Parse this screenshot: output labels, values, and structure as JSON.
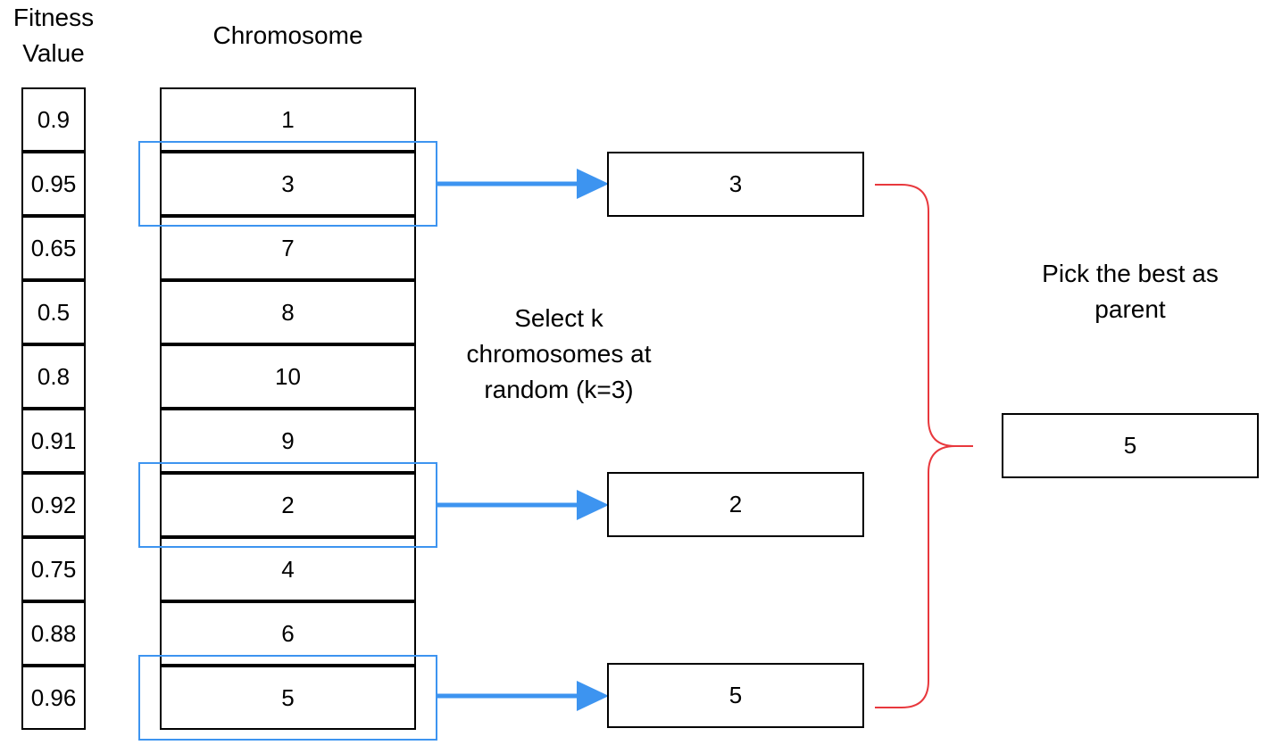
{
  "headers": {
    "fitness": [
      "Fitness",
      "Value"
    ],
    "chromosome": "Chromosome"
  },
  "rows": [
    {
      "fitness": "0.9",
      "chromosome": "1"
    },
    {
      "fitness": "0.95",
      "chromosome": "3"
    },
    {
      "fitness": "0.65",
      "chromosome": "7"
    },
    {
      "fitness": "0.5",
      "chromosome": "8"
    },
    {
      "fitness": "0.8",
      "chromosome": "10"
    },
    {
      "fitness": "0.91",
      "chromosome": "9"
    },
    {
      "fitness": "0.92",
      "chromosome": "2"
    },
    {
      "fitness": "0.75",
      "chromosome": "4"
    },
    {
      "fitness": "0.88",
      "chromosome": "6"
    },
    {
      "fitness": "0.96",
      "chromosome": "5"
    }
  ],
  "selected": [
    "3",
    "2",
    "5"
  ],
  "select_text": [
    "Select k",
    "chromosomes at",
    "random (k=3)"
  ],
  "pick_text": [
    "Pick the best as",
    "parent"
  ],
  "parent": "5",
  "colors": {
    "selection": "#3d94f0",
    "brace": "#e8383d",
    "border": "#000000"
  }
}
